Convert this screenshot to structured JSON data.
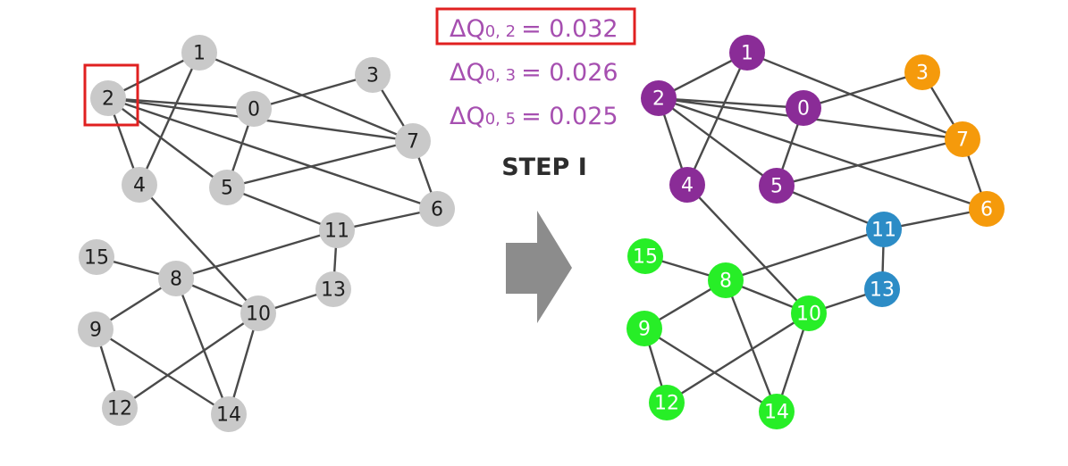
{
  "graph": {
    "nodes": [
      "0",
      "1",
      "2",
      "3",
      "4",
      "5",
      "6",
      "7",
      "8",
      "9",
      "10",
      "11",
      "12",
      "13",
      "14",
      "15"
    ],
    "edges": [
      [
        1,
        2
      ],
      [
        1,
        4
      ],
      [
        1,
        7
      ],
      [
        2,
        0
      ],
      [
        2,
        5
      ],
      [
        2,
        4
      ],
      [
        2,
        7
      ],
      [
        2,
        6
      ],
      [
        0,
        5
      ],
      [
        0,
        3
      ],
      [
        3,
        7
      ],
      [
        7,
        5
      ],
      [
        7,
        6
      ],
      [
        5,
        11
      ],
      [
        11,
        6
      ],
      [
        11,
        8
      ],
      [
        11,
        13
      ],
      [
        13,
        10
      ],
      [
        4,
        10
      ],
      [
        8,
        15
      ],
      [
        8,
        10
      ],
      [
        8,
        9
      ],
      [
        8,
        14
      ],
      [
        9,
        12
      ],
      [
        9,
        14
      ],
      [
        10,
        12
      ],
      [
        10,
        14
      ]
    ]
  },
  "communities": {
    "colors": {
      "purple": "#8a2c97",
      "orange": "#f59a0b",
      "blue": "#2c8cc6",
      "green": "#27ee27",
      "gray": "#c9c9c9"
    },
    "membership": [
      "purple",
      "purple",
      "purple",
      "orange",
      "purple",
      "purple",
      "orange",
      "orange",
      "green",
      "green",
      "green",
      "blue",
      "green",
      "blue",
      "green",
      "green"
    ]
  },
  "delta_q": [
    {
      "prefix": "ΔQ",
      "sub": "0, 2",
      "value": "= 0.032",
      "highlighted": true
    },
    {
      "prefix": "ΔQ",
      "sub": "0, 3",
      "value": "= 0.026",
      "highlighted": false
    },
    {
      "prefix": "ΔQ",
      "sub": "0, 5",
      "value": "= 0.025",
      "highlighted": false
    }
  ],
  "step_label": "STEP I",
  "highlight_color": "#e02020",
  "arrow_color": "#8c8c8c",
  "edge_color": "#4a4a4a"
}
